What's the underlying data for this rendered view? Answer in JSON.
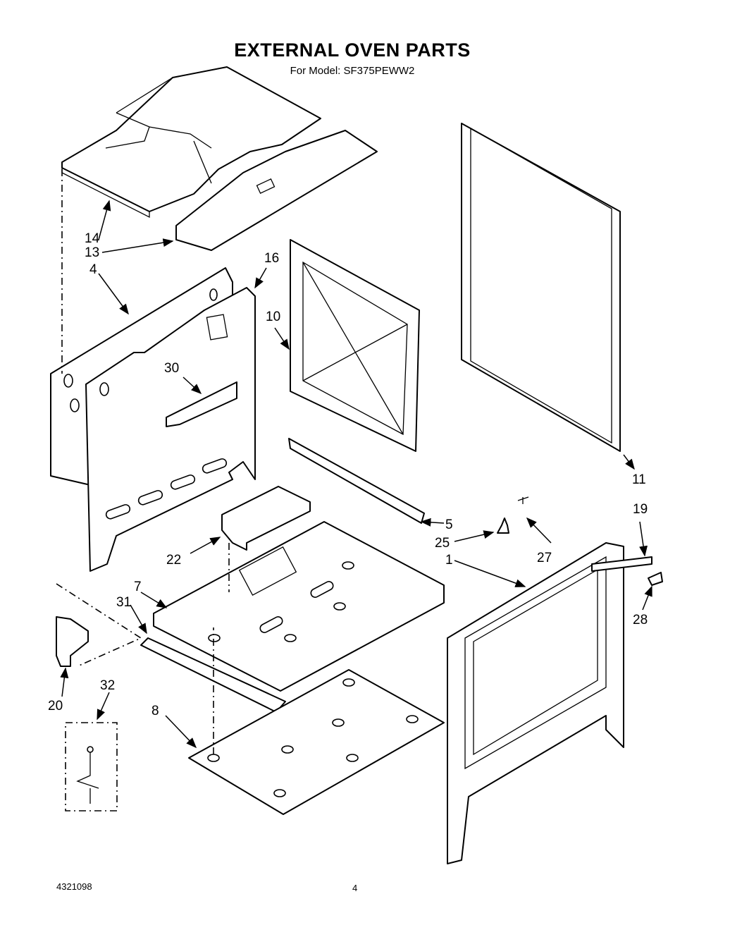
{
  "header": {
    "title": "EXTERNAL OVEN PARTS",
    "subtitle": "For Model: SF375PEWW2"
  },
  "footer": {
    "doc_number": "4321098",
    "page_number": "4"
  },
  "callouts": {
    "c1": "1",
    "c4": "4",
    "c5": "5",
    "c7": "7",
    "c8": "8",
    "c10": "10",
    "c11": "11",
    "c13": "13",
    "c14": "14",
    "c16": "16",
    "c19": "19",
    "c20": "20",
    "c22": "22",
    "c25": "25",
    "c27": "27",
    "c28": "28",
    "c30": "30",
    "c31": "31",
    "c32": "32"
  }
}
